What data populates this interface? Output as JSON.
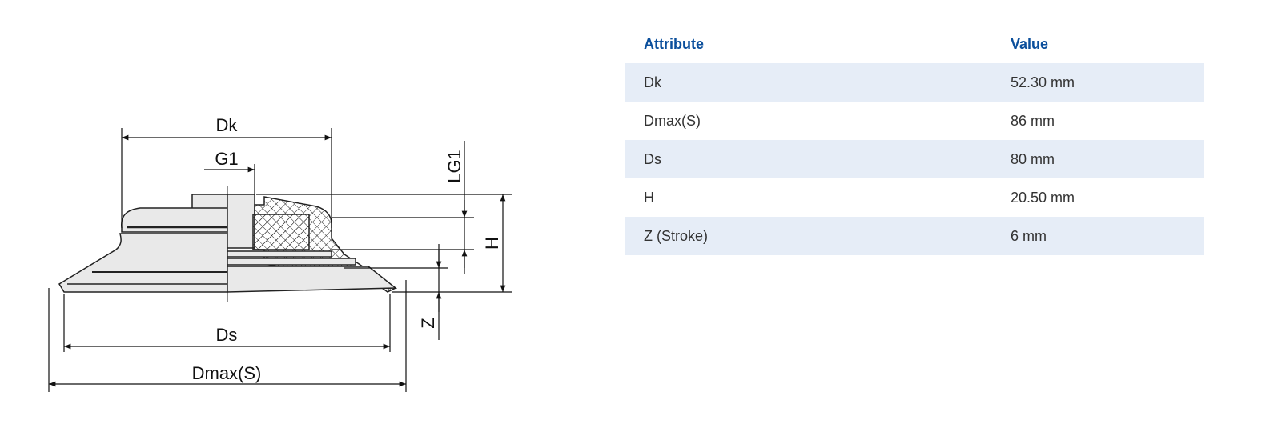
{
  "drawing": {
    "labels": {
      "dk": "Dk",
      "g1": "G1",
      "lg1": "LG1",
      "h": "H",
      "z": "Z",
      "ds": "Ds",
      "dmax": "Dmax(S)"
    }
  },
  "table": {
    "headers": {
      "attribute": "Attribute",
      "value": "Value"
    },
    "rows": [
      {
        "attribute": "Dk",
        "value": "52.30 mm"
      },
      {
        "attribute": "Dmax(S)",
        "value": "86 mm"
      },
      {
        "attribute": "Ds",
        "value": "80 mm"
      },
      {
        "attribute": "H",
        "value": "20.50 mm"
      },
      {
        "attribute": "Z (Stroke)",
        "value": "6 mm"
      }
    ]
  },
  "colors": {
    "header_text": "#0b4f9c",
    "row_stripe": "#e6edf7"
  }
}
